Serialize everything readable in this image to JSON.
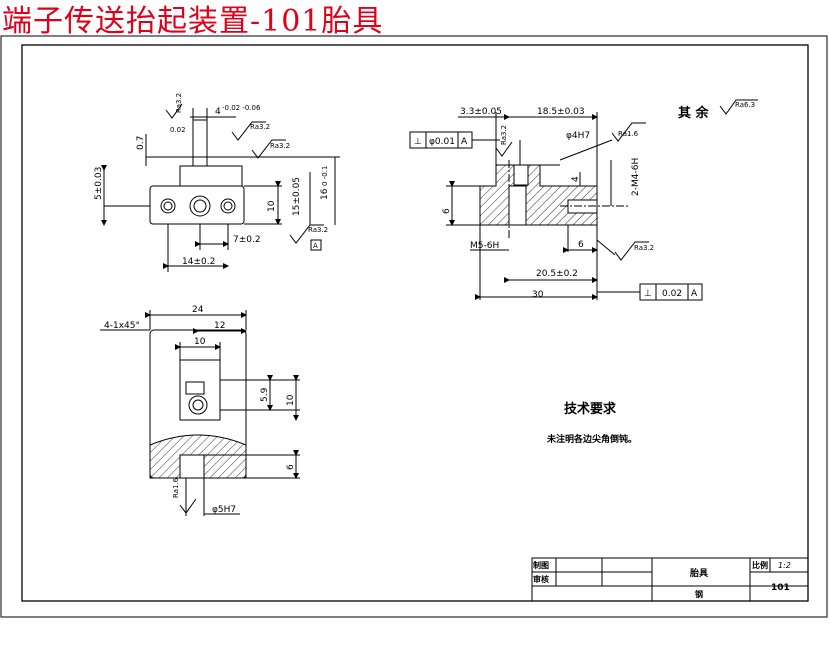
{
  "banner": "端子传送抬起装置-101胎具",
  "roughness_note": {
    "label": "其 余",
    "value": "Ra6.3"
  },
  "tech_requirements": {
    "title": "技术要求",
    "body": "未注明各边尖角倒钝。"
  },
  "title_block": {
    "drawn_label": "制图",
    "checked_label": "审核",
    "part_name": "胎具",
    "material": "钢",
    "scale_label": "比例",
    "scale_value": "1:2",
    "drawing_no": "101"
  },
  "view1": {
    "d_ra32_a": "Ra3.2",
    "d_top_w": "4",
    "d_top_tol": "-0.02 -0.06",
    "d_flat_tol": "0.02",
    "d_07": "0.7",
    "d_ra32_b": "Ra3.2",
    "d_ra32_c": "Ra3.2",
    "d_5": "5±0.03",
    "d_10": "10",
    "d_15": "15±0.05",
    "d_16": "16",
    "d_16_tol": "0 -0.1",
    "d_7": "7±0.2",
    "d_14": "14±0.2",
    "d_ra32_d": "Ra3.2",
    "datum_a": "A"
  },
  "view2": {
    "d_33": "3.3±0.05",
    "d_185": "18.5±0.03",
    "perp_sym": "⊥",
    "perp_tol": "φ0.01",
    "perp_datum": "A",
    "d_ra32": "Ra3.2",
    "d_ra16": "Ra1.6",
    "d_4h7": "φ4H7",
    "d_m4": "2-M4-6H",
    "d_4": "4",
    "d_6_left": "6",
    "d_m5": "M5-6H",
    "d_6_right": "6",
    "d_ra32_b": "Ra3.2",
    "d_205": "20.5±0.2",
    "d_30": "30",
    "par_sym": "⊥",
    "par_tol": "0.02",
    "par_datum": "A"
  },
  "view3": {
    "d_24": "24",
    "d_chamfer": "4-1x45°",
    "d_12": "12",
    "d_10_top": "10",
    "d_59": "5.9",
    "d_10_right": "10",
    "d_6": "6",
    "d_ra16": "Ra1.6",
    "d_5h7": "φ5H7"
  }
}
